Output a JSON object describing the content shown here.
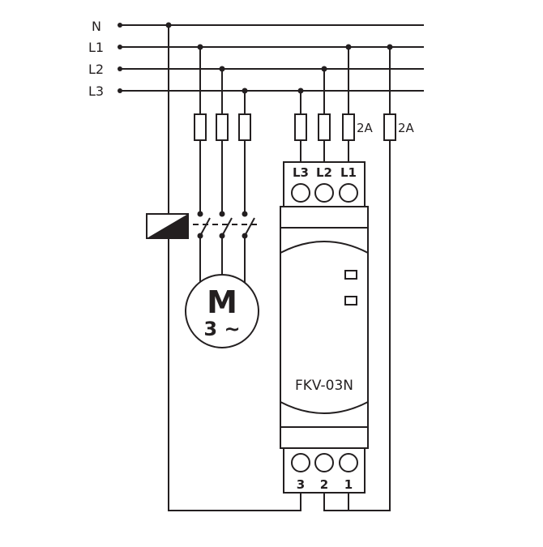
{
  "lines": [
    {
      "id": "n",
      "label": "N"
    },
    {
      "id": "l1",
      "label": "L1"
    },
    {
      "id": "l2",
      "label": "L2"
    },
    {
      "id": "l3",
      "label": "L3"
    }
  ],
  "fuse_ratings": {
    "relay_l1": "2A",
    "relay_supply": "2A"
  },
  "motor": {
    "symbol": "M",
    "phase": "3 ~"
  },
  "relay": {
    "model": "FKV-03N",
    "top_terminals": [
      "L3",
      "L2",
      "L1"
    ],
    "bottom_terminals": [
      "3",
      "2",
      "1"
    ]
  },
  "colors": {
    "ink": "#231f20",
    "background": "#ffffff"
  }
}
